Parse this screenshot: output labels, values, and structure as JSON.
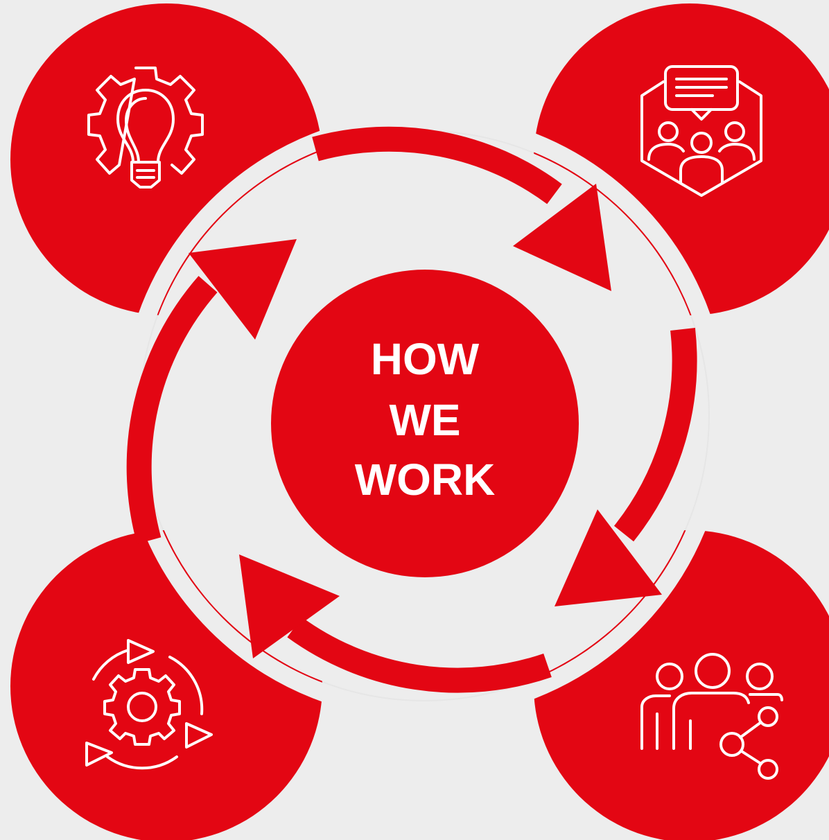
{
  "title_lines": [
    "HOW",
    "WE",
    "WORK"
  ],
  "colors": {
    "background": "#ededed",
    "accent": "#e30613",
    "icon_stroke": "#ffffff"
  },
  "nodes": [
    {
      "icon": "lightbulb-gear-icon",
      "position": "top-left"
    },
    {
      "icon": "team-discussion-icon",
      "position": "top-right"
    },
    {
      "icon": "team-network-icon",
      "position": "bottom-right"
    },
    {
      "icon": "gear-cycle-icon",
      "position": "bottom-left"
    }
  ],
  "cycle": {
    "direction": "clockwise",
    "arrows": 4
  }
}
